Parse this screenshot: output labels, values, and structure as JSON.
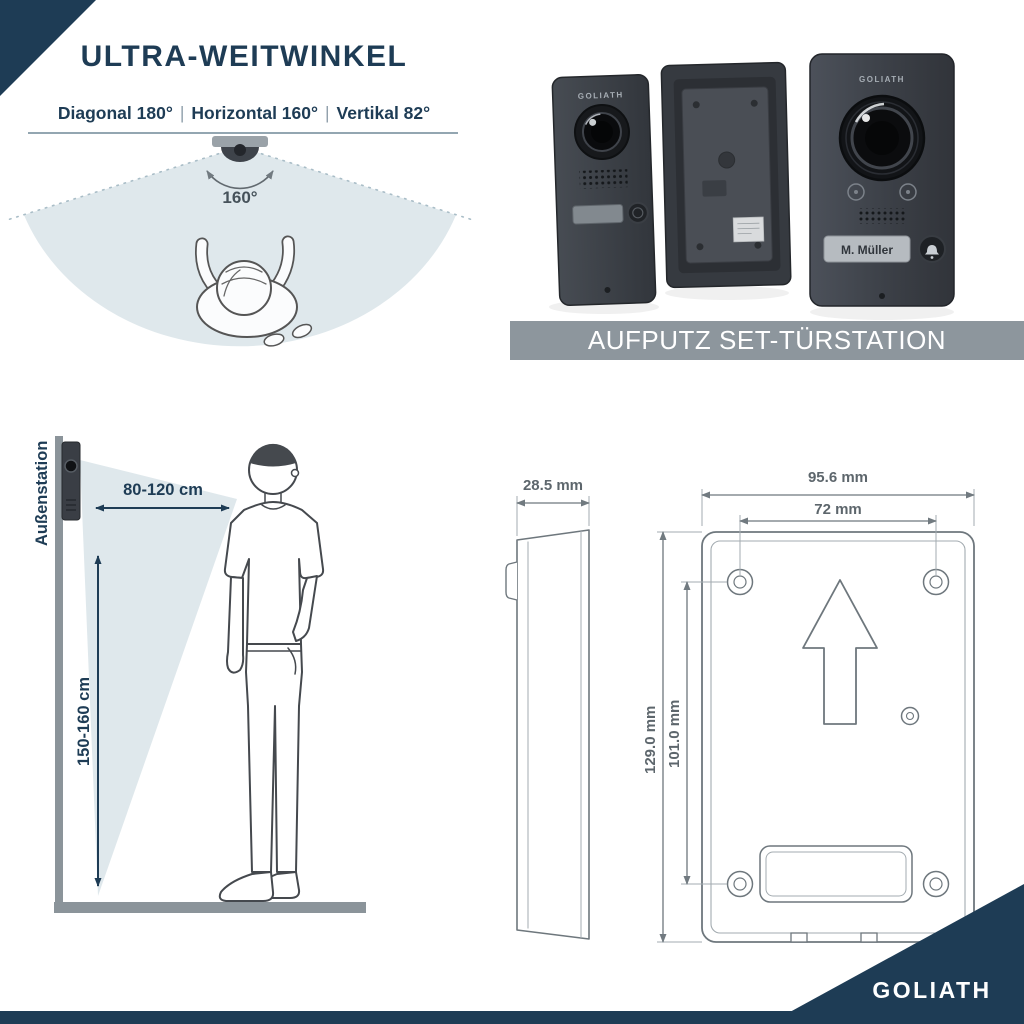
{
  "colors": {
    "navy": "#1e3c55",
    "banner_gray": "#8d969d",
    "fan_light_blue": "#dfe8ec",
    "device_dark_gray": "#3a3e45",
    "dimension_gray": "#6e777d"
  },
  "angle_section": {
    "title": "ULTRA-WEITWINKEL",
    "specs": [
      "Diagonal 180°",
      "Horizontal 160°",
      "Vertikal 82°"
    ],
    "separator": "|",
    "fov_label": "160°"
  },
  "product_section": {
    "banner": "AUFPUTZ SET-TÜRSTATION",
    "brand": "GOLIATH",
    "nameplate": "M. Müller"
  },
  "mounting_section": {
    "station_label": "Außenstation",
    "distance": "80-120 cm",
    "height": "150-160 cm"
  },
  "dimension_section": {
    "depth": "28.5 mm",
    "outer_width": "95.6 mm",
    "inner_width": "72 mm",
    "outer_height": "129.0 mm",
    "inner_height": "101.0 mm"
  },
  "footer": {
    "brand": "GOLIATH"
  }
}
